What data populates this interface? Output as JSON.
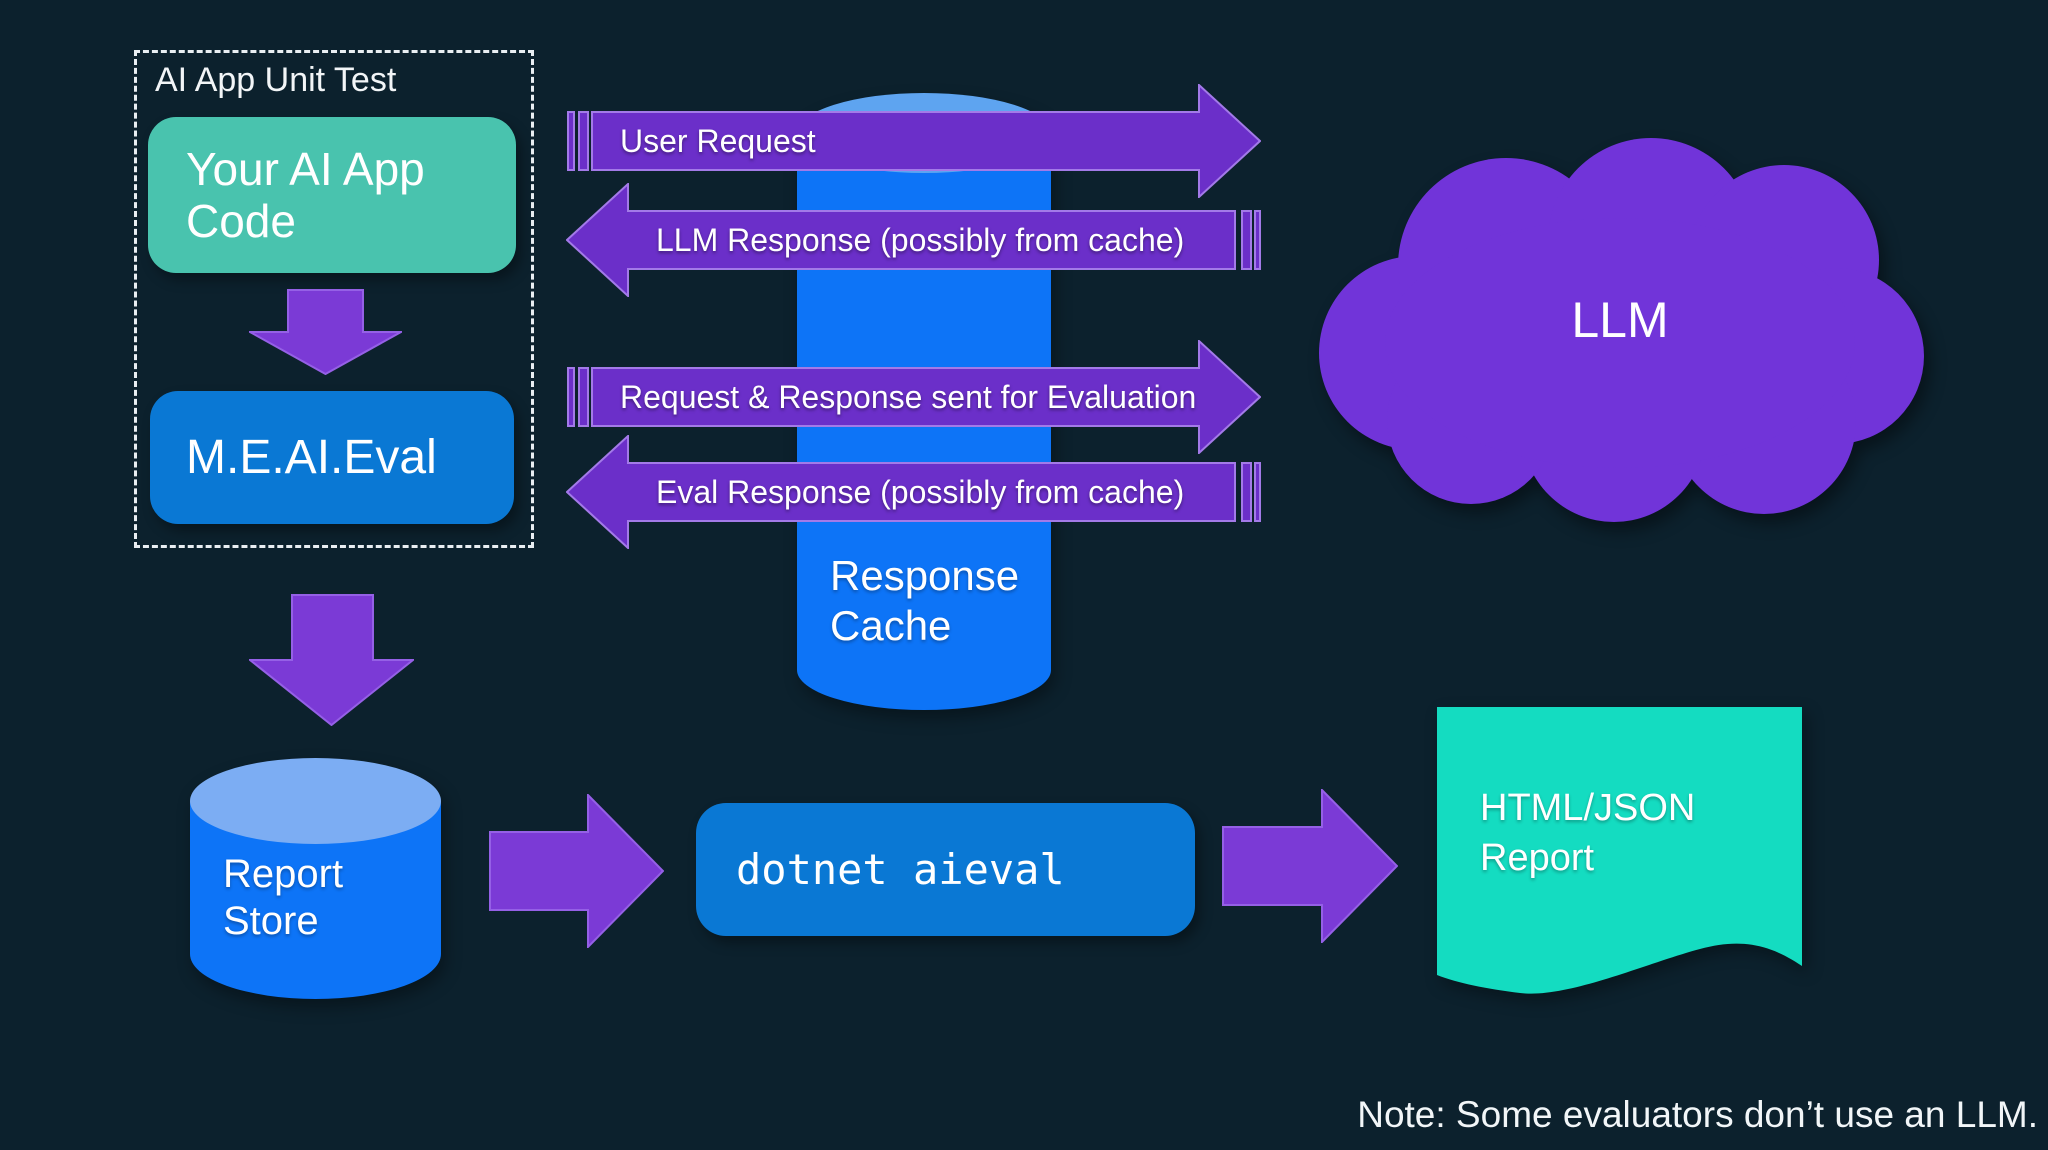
{
  "diagram": {
    "title_group": {
      "label": "AI App Unit Test"
    },
    "nodes": {
      "app_code": {
        "lines": [
          "Your AI App",
          "Code"
        ],
        "color": "#49c3ae"
      },
      "meai_eval": {
        "label": "M.E.AI.Eval",
        "color": "#0a78d4"
      },
      "response_cache": {
        "lines": [
          "Response",
          "Cache"
        ],
        "body_color": "#0d74f7",
        "top_color": "#5ea4f0"
      },
      "llm_cloud": {
        "label": "LLM",
        "color": "#7134d9"
      },
      "report_store": {
        "lines": [
          "Report",
          "Store"
        ],
        "body_color": "#0d74f7",
        "top_color": "#7cadf3"
      },
      "dotnet_cli": {
        "label": "dotnet aieval",
        "color": "#0a78d4"
      },
      "report_doc": {
        "lines": [
          "HTML/JSON",
          "Report"
        ],
        "color": "#14dcc1"
      }
    },
    "arrows": {
      "user_request": {
        "label": "User Request",
        "direction": "right"
      },
      "llm_response": {
        "label": "LLM Response (possibly from cache)",
        "direction": "left"
      },
      "eval_request": {
        "label": "Request & Response sent for Evaluation",
        "direction": "right"
      },
      "eval_response": {
        "label": "Eval Response (possibly from cache)",
        "direction": "left"
      },
      "fill_color": "#6b2fc9",
      "outline_color": "#a37ae8"
    },
    "block_arrow_color": "#7b3ad6",
    "background_color": "#0c212d",
    "note": "Note: Some evaluators don’t use an LLM."
  }
}
